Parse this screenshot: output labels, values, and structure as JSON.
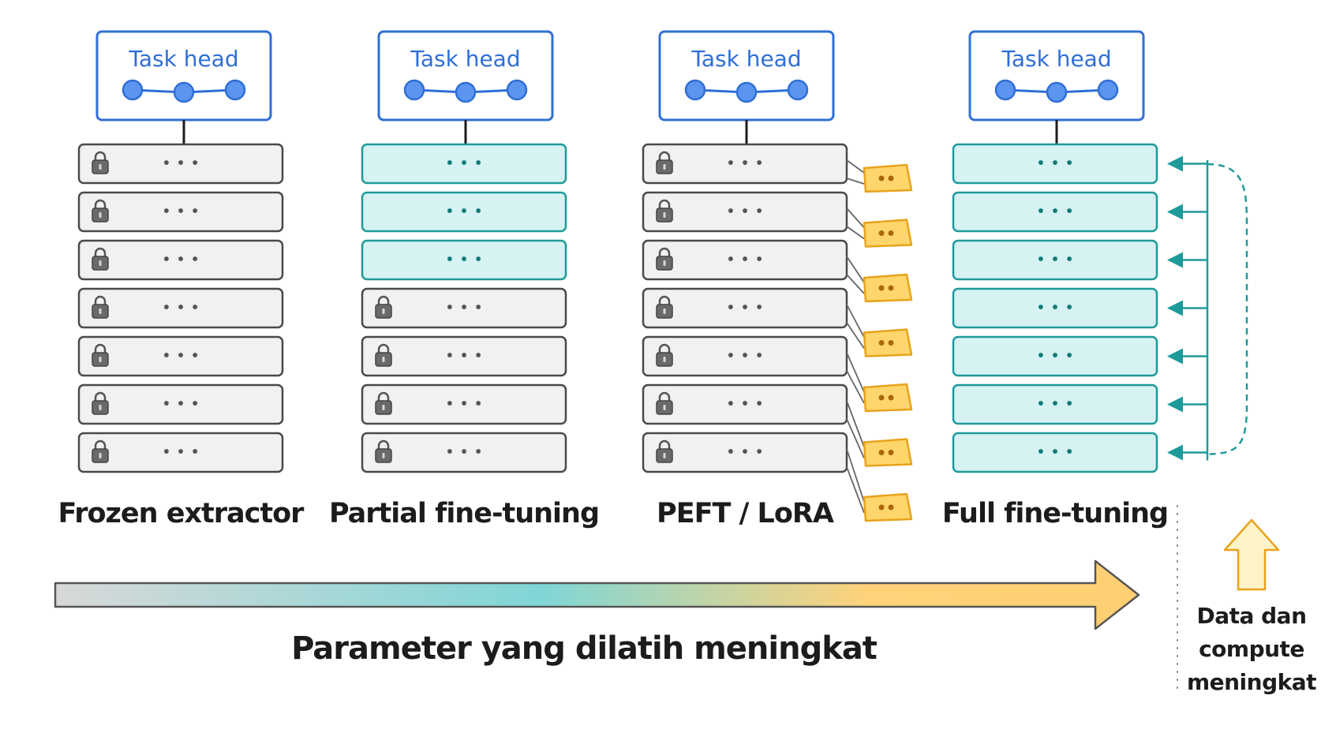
{
  "colors": {
    "head_border": "#2f6fd6",
    "head_text": "#2f6fd6",
    "node_fill": "#5b95f0",
    "frozen_fill": "#f1f1f1",
    "frozen_border": "#4a4a4a",
    "train_fill": "#d6f2f2",
    "train_border": "#1f9a9a",
    "lora_fill": "#ffd66b",
    "lora_border": "#e9a21c",
    "arrow_teal": "#1f9a9a",
    "text": "#1c1c1c",
    "dotted": "#999999"
  },
  "columns": [
    {
      "head_title": "Task head",
      "label": "Frozen extractor",
      "trainable_layers": 0,
      "adapters": false,
      "backprop": false
    },
    {
      "head_title": "Task head",
      "label": "Partial fine-tuning",
      "trainable_layers": 3,
      "adapters": false,
      "backprop": false
    },
    {
      "head_title": "Task head",
      "label": "PEFT / LoRA",
      "trainable_layers": 0,
      "adapters": true,
      "backprop": false
    },
    {
      "head_title": "Task head",
      "label": "Full fine-tuning",
      "trainable_layers": 7,
      "adapters": false,
      "backprop": true
    }
  ],
  "layer_count": 7,
  "layer_dots": "• • •",
  "lock_icon": "lock-icon",
  "gradient_arrow": {
    "label": "Parameter yang dilatih meningkat",
    "colors": [
      "#d4d4d4",
      "#7fd4d4",
      "#ffd27a"
    ]
  },
  "side_note": {
    "lines": [
      "Data dan",
      "compute",
      "meningkat"
    ],
    "arrow_fill": "#fff3c8",
    "arrow_border": "#e9a21c"
  }
}
